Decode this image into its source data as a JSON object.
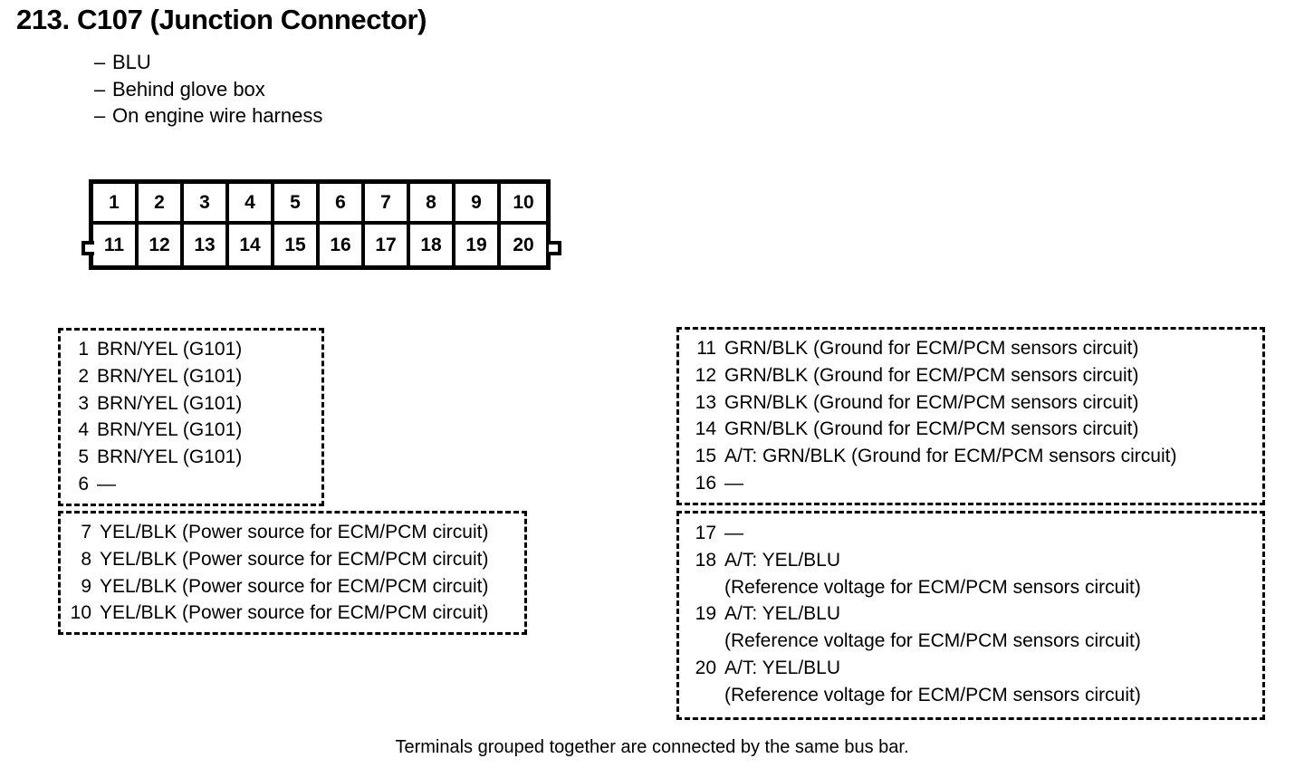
{
  "title": "213. C107 (Junction Connector)",
  "attributes": [
    {
      "dash": "–",
      "label": "BLU"
    },
    {
      "dash": "–",
      "label": "Behind glove box"
    },
    {
      "dash": "–",
      "label": "On engine wire harness"
    }
  ],
  "connector": {
    "top_row": [
      "1",
      "2",
      "3",
      "4",
      "5",
      "6",
      "7",
      "8",
      "9",
      "10"
    ],
    "bottom_row": [
      "11",
      "12",
      "13",
      "14",
      "15",
      "16",
      "17",
      "18",
      "19",
      "20"
    ]
  },
  "terminal_groups": [
    {
      "id": "left-top",
      "items": [
        {
          "num": "1",
          "desc": "BRN/YEL (G101)"
        },
        {
          "num": "2",
          "desc": "BRN/YEL (G101)"
        },
        {
          "num": "3",
          "desc": "BRN/YEL (G101)"
        },
        {
          "num": "4",
          "desc": "BRN/YEL (G101)"
        },
        {
          "num": "5",
          "desc": "BRN/YEL (G101)"
        },
        {
          "num": "6",
          "desc": "—"
        }
      ]
    },
    {
      "id": "left-bottom",
      "items": [
        {
          "num": "7",
          "desc": "YEL/BLK (Power source for ECM/PCM circuit)"
        },
        {
          "num": "8",
          "desc": "YEL/BLK (Power source for ECM/PCM circuit)"
        },
        {
          "num": "9",
          "desc": "YEL/BLK (Power source for ECM/PCM circuit)"
        },
        {
          "num": "10",
          "desc": "YEL/BLK (Power source for ECM/PCM circuit)"
        }
      ]
    },
    {
      "id": "right-top",
      "items": [
        {
          "num": "11",
          "desc": "GRN/BLK (Ground for ECM/PCM sensors circuit)"
        },
        {
          "num": "12",
          "desc": "GRN/BLK (Ground for ECM/PCM sensors circuit)"
        },
        {
          "num": "13",
          "desc": "GRN/BLK (Ground for ECM/PCM sensors circuit)"
        },
        {
          "num": "14",
          "desc": "GRN/BLK (Ground for ECM/PCM sensors circuit)"
        },
        {
          "num": "15",
          "desc": "A/T: GRN/BLK (Ground for ECM/PCM sensors circuit)"
        },
        {
          "num": "16",
          "desc": "—"
        }
      ]
    },
    {
      "id": "right-bottom",
      "items": [
        {
          "num": "17",
          "desc": "—",
          "desc_cont": ""
        },
        {
          "num": "18",
          "desc": "A/T: YEL/BLU",
          "desc_cont": "(Reference voltage for ECM/PCM sensors circuit)"
        },
        {
          "num": "19",
          "desc": "A/T: YEL/BLU",
          "desc_cont": "(Reference voltage for ECM/PCM sensors circuit)"
        },
        {
          "num": "20",
          "desc": "A/T: YEL/BLU",
          "desc_cont": "(Reference voltage for ECM/PCM sensors circuit)"
        }
      ]
    }
  ],
  "footer_note": "Terminals grouped together are connected by the same bus bar."
}
